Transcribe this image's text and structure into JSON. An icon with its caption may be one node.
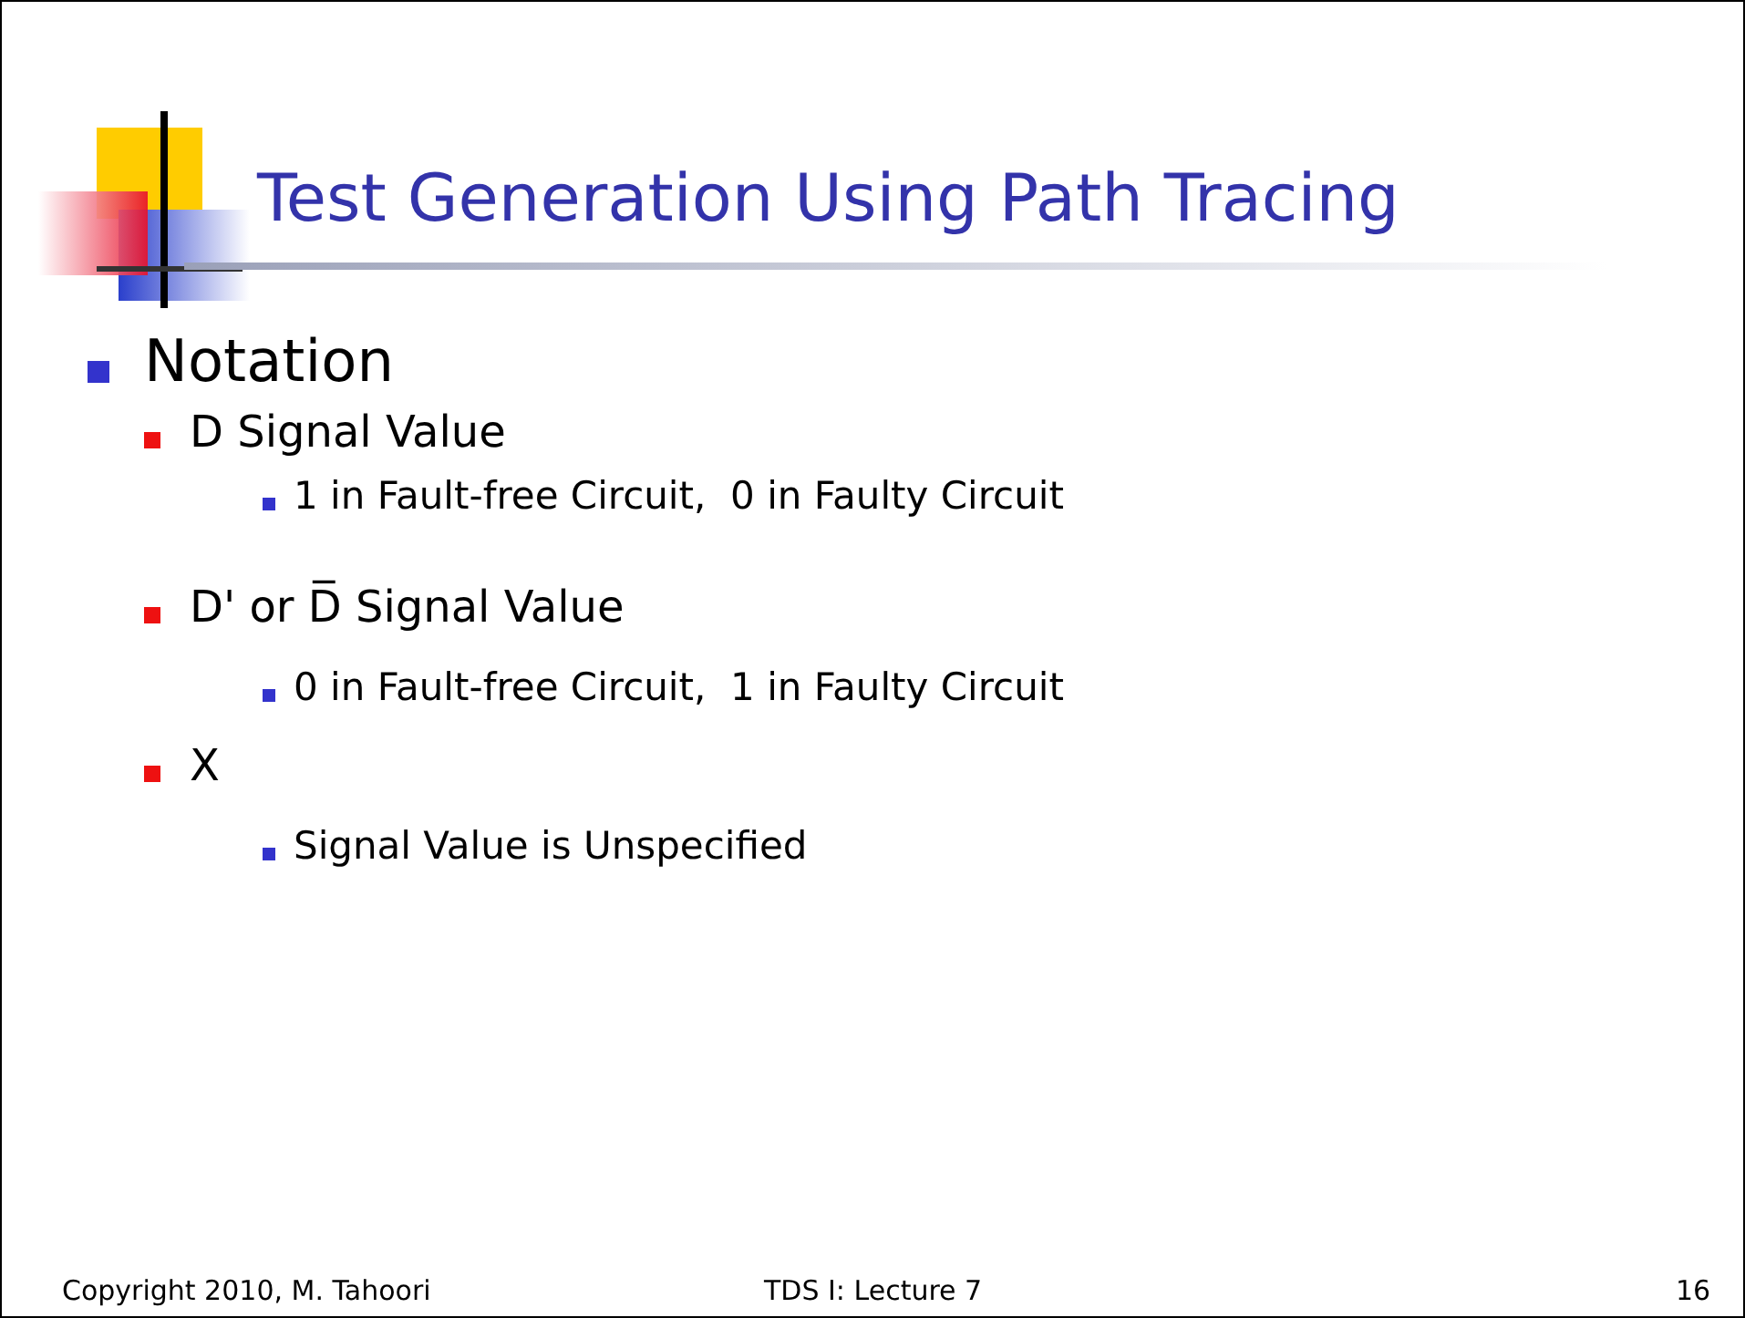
{
  "diagram": {
    "title": "Test Generation Using Path Tracing",
    "labels": [
      "Notation",
      "D Signal Value",
      "1 in Fault-free Circuit,  0 in Faulty Circuit",
      "D' or D̅ Signal Value",
      "0 in Fault-free Circuit,  1 in Faulty Circuit",
      "X",
      "Signal Value is Unspecified",
      "Copyright 2010, M. Tahoori",
      "TDS I: Lecture 7",
      "16"
    ]
  }
}
